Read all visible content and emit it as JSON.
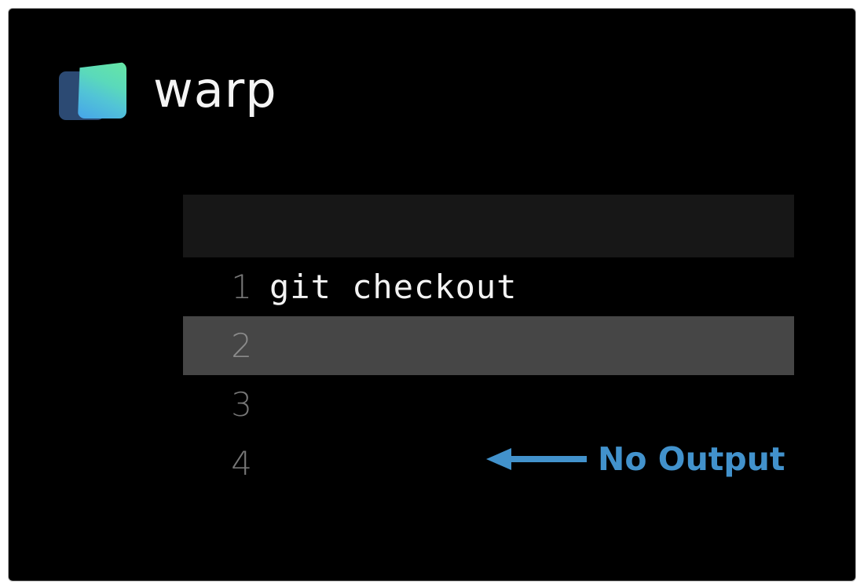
{
  "window": {
    "background_color": "#000000",
    "border_color": "#b8b8b8"
  },
  "brand": {
    "name": "warp",
    "logo_icon": "warp-logo-icon",
    "logo_back_color": "#2c4a73",
    "logo_gradient_from": "#66e6a4",
    "logo_gradient_to": "#46a4ea",
    "text_color": "#f4f4f4"
  },
  "terminal": {
    "prompt_bar": {
      "text": "",
      "background_color": "#171717"
    },
    "selected_line_color": "#464646",
    "line_number_color": "#767676",
    "text_color": "#f2f2f2",
    "lines": [
      {
        "number": "1",
        "text": "git checkout",
        "selected": false
      },
      {
        "number": "2",
        "text": "",
        "selected": true
      },
      {
        "number": "3",
        "text": "",
        "selected": false
      },
      {
        "number": "4",
        "text": "",
        "selected": false
      }
    ]
  },
  "annotation": {
    "label": "No Output",
    "color": "#4292cc",
    "arrow_icon": "arrow-left-icon",
    "arrow_direction": "left"
  }
}
